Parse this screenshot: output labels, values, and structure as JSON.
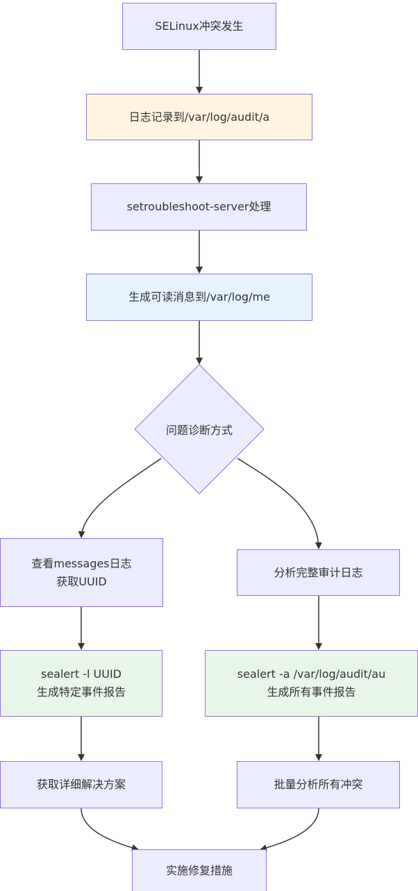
{
  "colors": {
    "default_fill": "#ECECFF",
    "default_border": "#9370DB",
    "log_fill": "#FFF4E0",
    "messages_fill": "#E6F3FF",
    "report_fill": "#E8F5E9",
    "edge": "#333333",
    "text": "#333333"
  },
  "nodes": {
    "conflict": "SELinux冲突发生",
    "audit_log": "日志记录到/var/log/audit/a",
    "setroubleshoot": "setroubleshoot-server处理",
    "readable_msg": "生成可读消息到/var/log/me",
    "diagnose": "问题诊断方式",
    "view_messages": [
      "查看messages日志",
      "获取UUID"
    ],
    "analyze_audit": "分析完整审计日志",
    "sealert_l": [
      "sealert -l UUID",
      "生成特定事件报告"
    ],
    "sealert_a": [
      "sealert -a /var/log/audit/au",
      "生成所有事件报告"
    ],
    "get_solution": "获取详细解决方案",
    "batch_analyze": "批量分析所有冲突",
    "apply_fix": "实施修复措施"
  }
}
